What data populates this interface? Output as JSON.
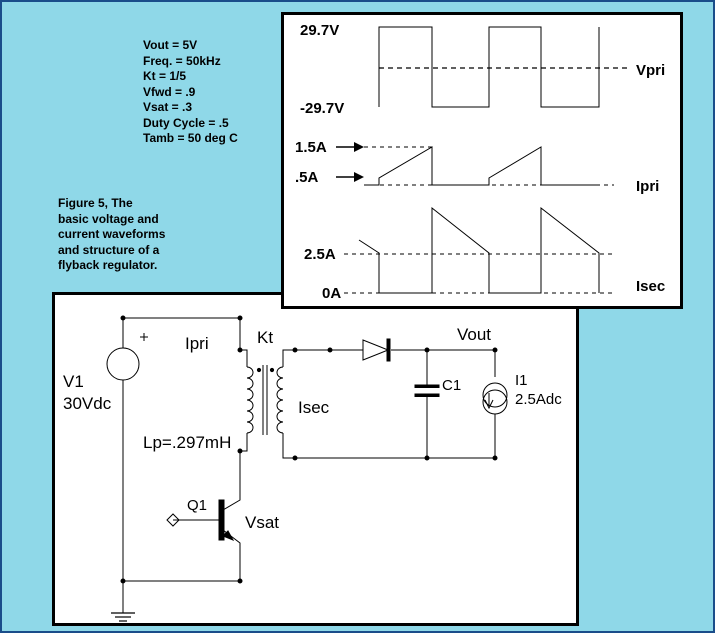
{
  "parameters": [
    "Vout = 5V",
    "Freq. = 50kHz",
    "Kt = 1/5",
    "Vfwd = .9",
    "Vsat = .3",
    "Duty Cycle = .5",
    "Tamb = 50 deg C"
  ],
  "caption": [
    "Figure 5, The",
    "basic voltage and",
    "current waveforms",
    "and structure of a",
    "flyback regulator."
  ],
  "waveforms": {
    "vpri_top": "29.7V",
    "vpri_bottom": "-29.7V",
    "vpri_name": "Vpri",
    "ipri_high": "1.5A",
    "ipri_low": ".5A",
    "ipri_name": "Ipri",
    "isec_high": "2.5A",
    "isec_low": "0A",
    "isec_name": "Isec"
  },
  "schematic": {
    "ipri": "Ipri",
    "kt": "Kt",
    "vout": "Vout",
    "v1_name": "V1",
    "v1_value": "30Vdc",
    "isec": "Isec",
    "c1": "C1",
    "i1_name": "I1",
    "i1_value": "2.5Adc",
    "lp": "Lp=.297mH",
    "q1": "Q1",
    "vsat": "Vsat",
    "plus": "+"
  }
}
